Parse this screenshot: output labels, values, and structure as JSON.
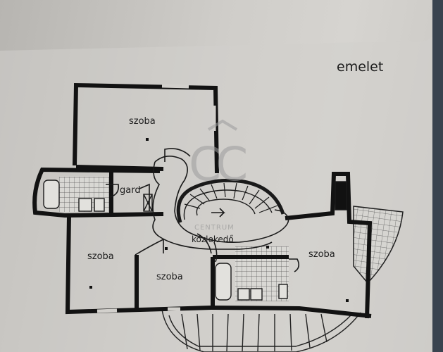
{
  "floor_title": "emelet",
  "rooms": {
    "bedroom_top": "szoba",
    "wardrobe": "gard",
    "hallway": "közlekedő",
    "bedroom_left": "szoba",
    "bedroom_middle": "szoba",
    "bedroom_right": "szoba"
  },
  "watermark": {
    "monogram": "CC",
    "text": "CENTRUM"
  },
  "colors": {
    "wall": "#121212",
    "paper": "#d2d0cc",
    "tile_grid": "#4a4a4a",
    "watermark": "#9c9c9c",
    "right_edge": "#1e2a3a"
  }
}
